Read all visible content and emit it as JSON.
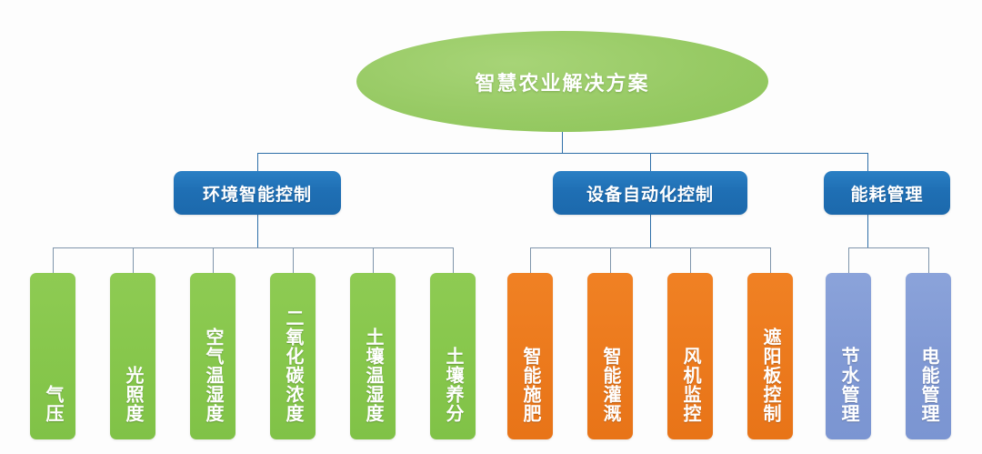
{
  "diagram": {
    "title": "智慧农业解决方案",
    "root": {
      "label": "智慧农业解决方案",
      "shape": "ellipse",
      "color": "#8cc558"
    },
    "branches": [
      {
        "label": "环境智能控制",
        "color": "#1f6fb4",
        "leaf_color": "#87c74c",
        "leaves": [
          {
            "label": "气压"
          },
          {
            "label": "光照度"
          },
          {
            "label": "空气温湿度"
          },
          {
            "label": "二氧化碳浓度"
          },
          {
            "label": "土壤温湿度"
          },
          {
            "label": "土壤养分"
          }
        ]
      },
      {
        "label": "设备自动化控制",
        "color": "#1f6fb4",
        "leaf_color": "#ec7a1d",
        "leaves": [
          {
            "label": "智能施肥"
          },
          {
            "label": "智能灌溉"
          },
          {
            "label": "风机监控"
          },
          {
            "label": "遮阳板控制"
          }
        ]
      },
      {
        "label": "能耗管理",
        "color": "#1f6fb4",
        "leaf_color": "#8099d4",
        "leaves": [
          {
            "label": "节水管理"
          },
          {
            "label": "电能管理"
          }
        ]
      }
    ]
  }
}
